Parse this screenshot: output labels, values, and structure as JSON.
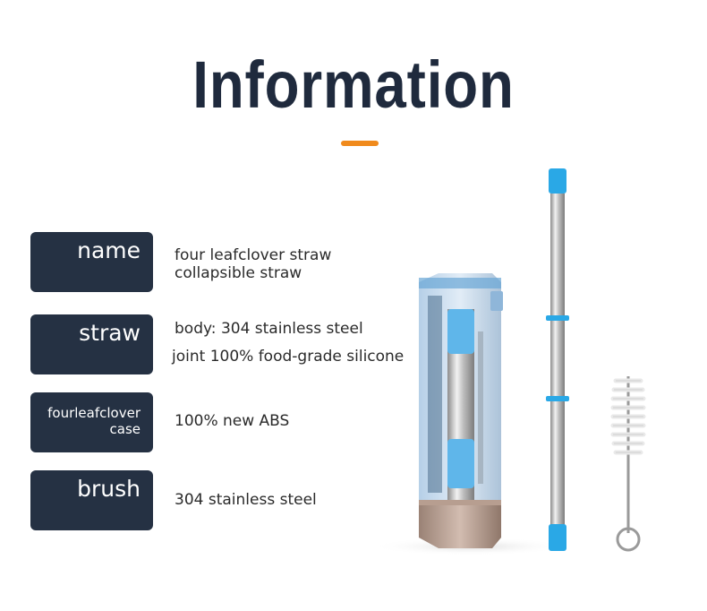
{
  "title": "Information",
  "rows": [
    {
      "label": "name",
      "lines": [
        "four leafclover straw",
        "collapsible straw"
      ]
    },
    {
      "label": "straw",
      "lines": [
        "body: 304 stainless steel",
        "joint 100% food-grade silicone"
      ]
    },
    {
      "label_lines": [
        "fourleafclover",
        "case"
      ],
      "lines": [
        "100% new ABS"
      ]
    },
    {
      "label": "brush",
      "lines": [
        "304 stainless steel"
      ]
    }
  ],
  "colors": {
    "title": "#1f2a3d",
    "accent": "#f08a1c",
    "label_bg": "#253143",
    "silicone": "#2aa8e6"
  },
  "images": {
    "product": "straw-case-and-brush-photo"
  }
}
